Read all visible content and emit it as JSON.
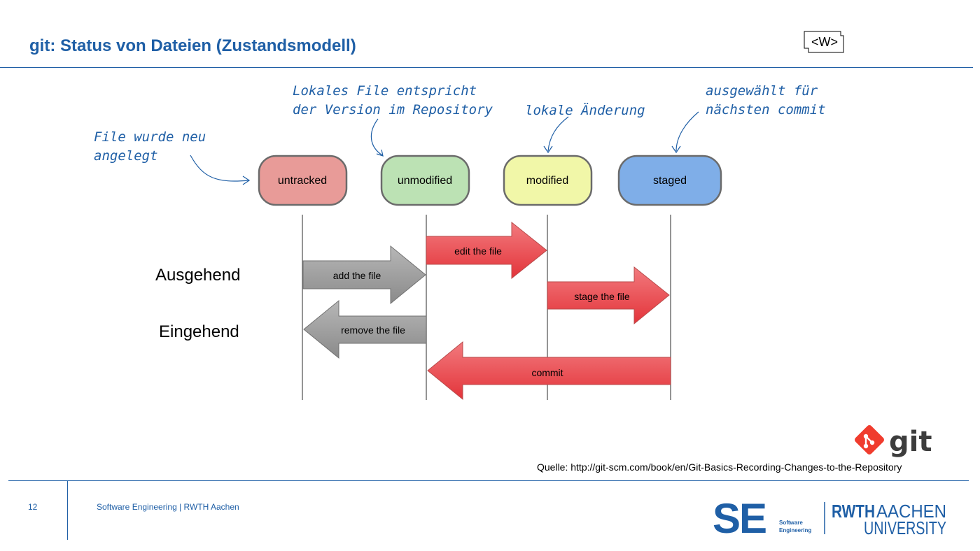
{
  "slide": {
    "title": "git: Status von Dateien (Zustandsmodell)",
    "badge_text": "<W>"
  },
  "states": [
    {
      "label": "untracked",
      "color": "#e89b98"
    },
    {
      "label": "unmodified",
      "color": "#bce2b4"
    },
    {
      "label": "modified",
      "color": "#f1f7a8"
    },
    {
      "label": "staged",
      "color": "#7faee8"
    }
  ],
  "annotations": {
    "untracked": "File wurde neu\nangelegt",
    "unmodified": "Lokales File entspricht\nder Version im Repository",
    "modified": "lokale Änderung",
    "staged": "ausgewählt für\nnächsten commit"
  },
  "rows": {
    "outgoing": "Ausgehend",
    "incoming": "Eingehend"
  },
  "transitions": [
    {
      "label": "add the file",
      "color": "gray"
    },
    {
      "label": "edit the file",
      "color": "red"
    },
    {
      "label": "stage the file",
      "color": "red"
    },
    {
      "label": "remove the file",
      "color": "gray"
    },
    {
      "label": "commit",
      "color": "red"
    }
  ],
  "logo_git": "git",
  "source": "Quelle:  http://git-scm.com/book/en/Git-Basics-Recording-Changes-to-the-Repository",
  "footer": {
    "page_number": "12",
    "text": "Software Engineering  |  RWTH Aachen"
  },
  "logos": {
    "se_mark": "SE",
    "se_word1": "Software",
    "se_word2": "Engineering",
    "rwth_word1": "RWTH",
    "rwth_word2": "AACHEN",
    "rwth_word3": "UNIVERSITY"
  },
  "colors": {
    "accent": "#1f5fa6",
    "arrow_red": "#e8454a",
    "arrow_gray": "#9c9c9c"
  }
}
